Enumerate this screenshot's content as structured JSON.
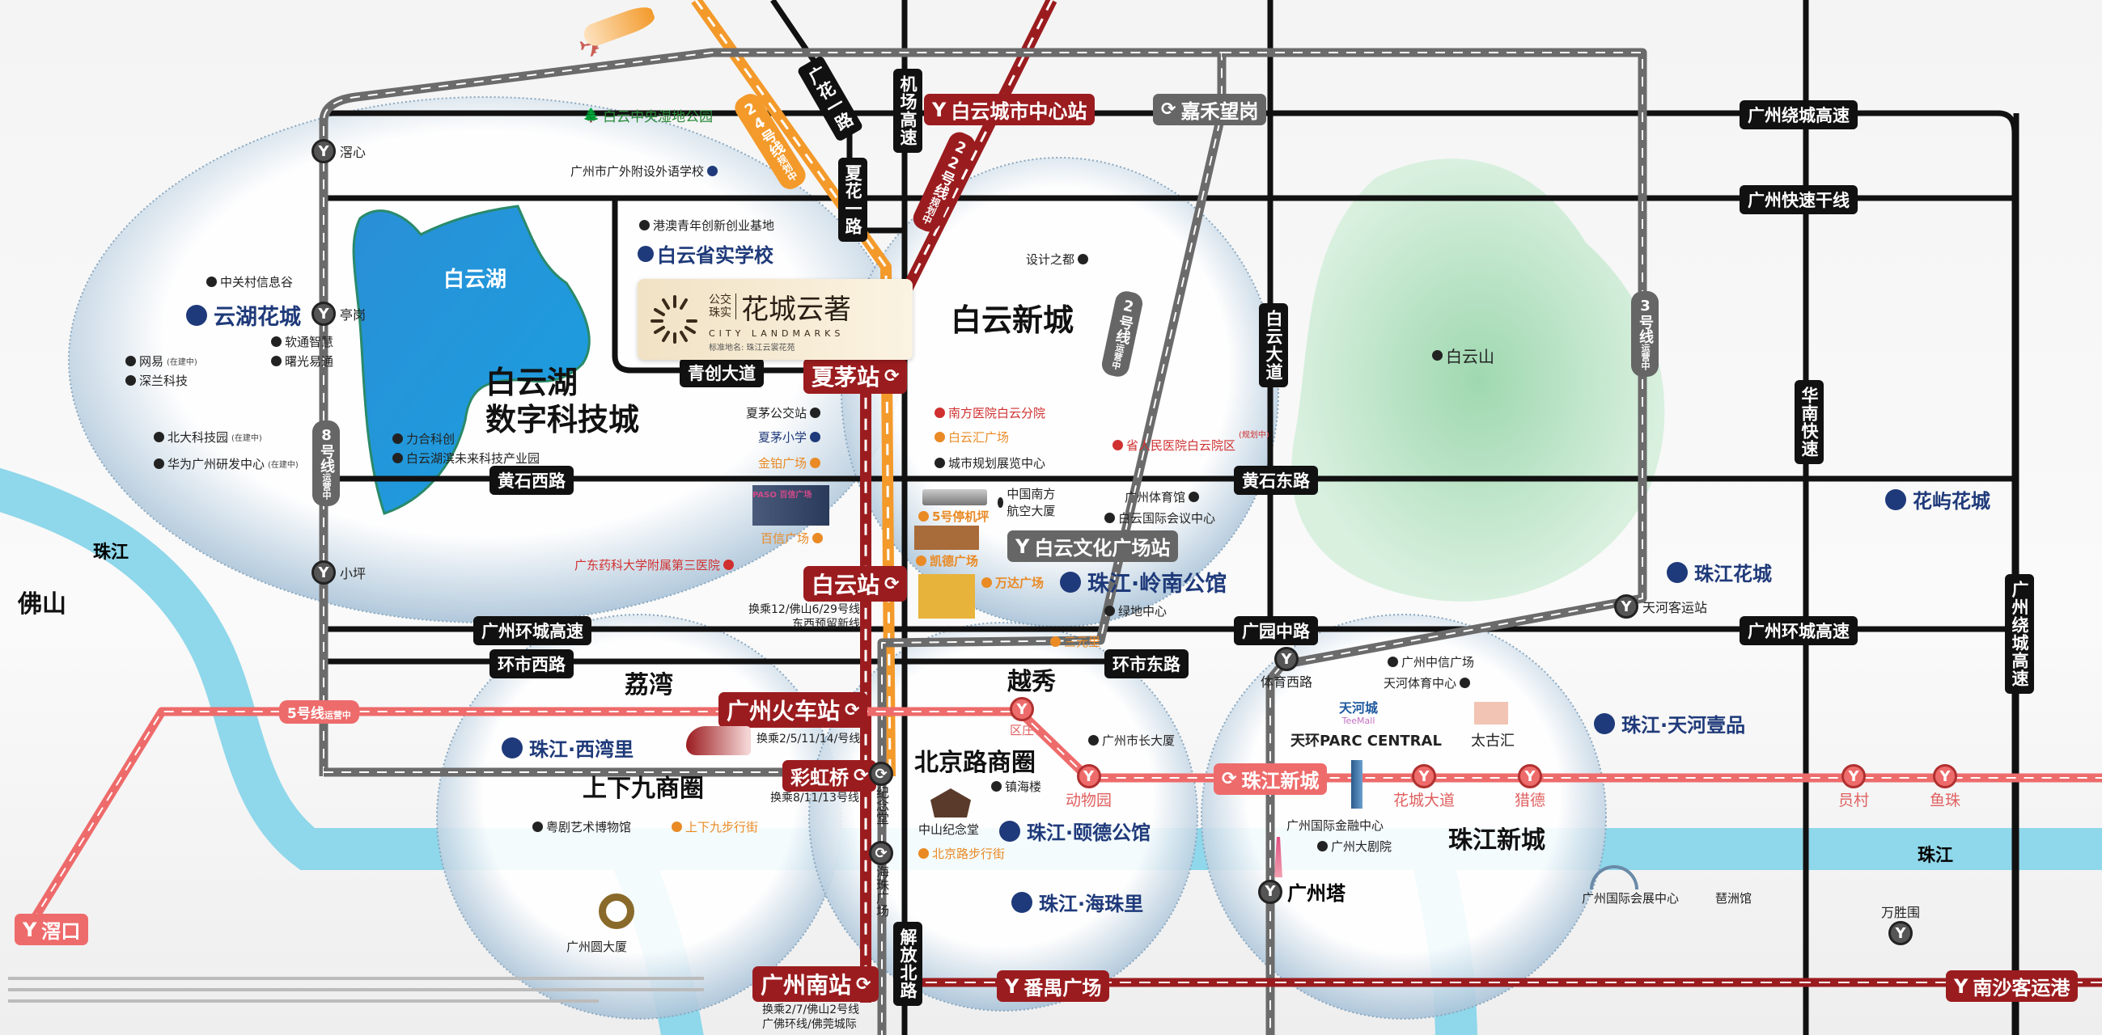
{
  "regions": {
    "foshan": "佛山",
    "river_left": "珠江",
    "river_right": "珠江",
    "baiyun_lake": "白云湖",
    "baiyun_mountain": "白云山"
  },
  "districts": {
    "baiyunhu": "白云湖",
    "baiyunhu2": "数字科技城",
    "baiyun_new": "白云新城",
    "liwan": "荔湾",
    "shangxiajiu": "上下九商圈",
    "yuexiu": "越秀",
    "beijinglu": "北京路商圈",
    "zhujiang_new": "珠江新城"
  },
  "roads": [
    "广花一路",
    "机场高速",
    "夏花一路",
    "广州绕城高速",
    "广州快速干线",
    "白云大道",
    "华南快速",
    "黄石西路",
    "黄石东路",
    "广州环城高速",
    "广州环城高速",
    "广园中路",
    "环市西路",
    "环市东路",
    "广州绕城高速",
    "解放北路",
    "青创大道"
  ],
  "lines": [
    {
      "name": "24号线",
      "status": "规划中",
      "color": "#f39a2b"
    },
    {
      "name": "22号线",
      "status": "规划中",
      "color": "#9b1c1f"
    },
    {
      "name": "2号线",
      "status": "运营中",
      "color": "#6b6b6b"
    },
    {
      "name": "3号线",
      "status": "运营中",
      "color": "#6b6b6b"
    },
    {
      "name": "8号线",
      "status": "运营中",
      "color": "#6b6b6b"
    },
    {
      "name": "5号线",
      "status": "运营中",
      "color": "#ee6b6b"
    }
  ],
  "stations": [
    {
      "name": "白云城市中心站"
    },
    {
      "name": "嘉禾望岗"
    },
    {
      "name": "夏茅站"
    },
    {
      "name": "白云站",
      "transfer": "换乘12/佛山6/29号线",
      "transfer2": "东西预留新线"
    },
    {
      "name": "白云文化广场站"
    },
    {
      "name": "广州火车站",
      "transfer": "换乘2/5/11/14/号线"
    },
    {
      "name": "彩虹桥",
      "transfer": "换乘8/11/13号线"
    },
    {
      "name": "广州南站",
      "transfer": "换乘2/7/佛山2号线",
      "transfer2": "广佛环线/佛莞城际"
    },
    {
      "name": "番禺广场"
    },
    {
      "name": "南沙客运港"
    },
    {
      "name": "滘口"
    },
    {
      "name": "珠江新城"
    }
  ],
  "minor_stations": [
    "滘心",
    "亭岗",
    "小坪",
    "天河客运站",
    "体育西路",
    "区庄",
    "动物园",
    "花城大道",
    "猎德",
    "员村",
    "鱼珠",
    "纪念堂",
    "海珠广场",
    "广州塔",
    "万胜围"
  ],
  "project": {
    "developer": "公交",
    "developer2": "珠实",
    "name": "花城云著",
    "english": "CITY LANDMARKS",
    "official": "标准地名: 珠江云裳花苑"
  },
  "pois": [
    {
      "label": "白云中央湿地公园"
    },
    {
      "label": "广州市广外附设外语学校"
    },
    {
      "label": "中关村信息谷"
    },
    {
      "label": "软通智慧"
    },
    {
      "label": "曙光易通"
    },
    {
      "label": "网易",
      "tag": "(在建中)"
    },
    {
      "label": "深兰科技"
    },
    {
      "label": "北大科技园",
      "tag": "(在建中)"
    },
    {
      "label": "华为广州研发中心",
      "tag": "(在建中)"
    },
    {
      "label": "力合科创"
    },
    {
      "label": "白云湖滨未来科技产业园"
    },
    {
      "label": "港澳青年创新创业基地"
    },
    {
      "label": "白云省实学校"
    },
    {
      "label": "设计之都"
    },
    {
      "label": "夏茅公交站"
    },
    {
      "label": "夏茅小学"
    },
    {
      "label": "金铂广场"
    },
    {
      "label": "百信广场"
    },
    {
      "label": "广东药科大学附属第三医院"
    },
    {
      "label": "南方医院白云分院"
    },
    {
      "label": "白云汇广场"
    },
    {
      "label": "城市规划展览中心"
    },
    {
      "label": "5号停机坪"
    },
    {
      "label": "中国南方航空大厦"
    },
    {
      "label": "凯德广场"
    },
    {
      "label": "万达广场"
    },
    {
      "label": "省人民医院白云院区",
      "tag": "(规划中)"
    },
    {
      "label": "广州体育馆"
    },
    {
      "label": "白云国际会议中心"
    },
    {
      "label": "绿地中心"
    },
    {
      "label": "三元里"
    },
    {
      "label": "粤剧艺术博物馆"
    },
    {
      "label": "上下九步行街"
    },
    {
      "label": "广州圆大厦"
    },
    {
      "label": "广州市长大厦"
    },
    {
      "label": "镇海楼"
    },
    {
      "label": "中山纪念堂"
    },
    {
      "label": "北京路步行街"
    },
    {
      "label": "广州中信广场"
    },
    {
      "label": "天河体育中心"
    },
    {
      "label": "天河城"
    },
    {
      "label": "天环PARC CENTRAL"
    },
    {
      "label": "太古汇"
    },
    {
      "label": "广州国际金融中心"
    },
    {
      "label": "广州大剧院"
    },
    {
      "label": "广州国际会展中心"
    },
    {
      "label": "琶洲馆"
    },
    {
      "label": "TeeMall"
    },
    {
      "label": "PASO 百信广场"
    }
  ],
  "projects": [
    "云湖花城",
    "珠江·岭南公馆",
    "珠江·西湾里",
    "珠江·颐德公馆",
    "珠江·海珠里",
    "珠江·天河壹品",
    "珠江花城",
    "花屿花城"
  ]
}
